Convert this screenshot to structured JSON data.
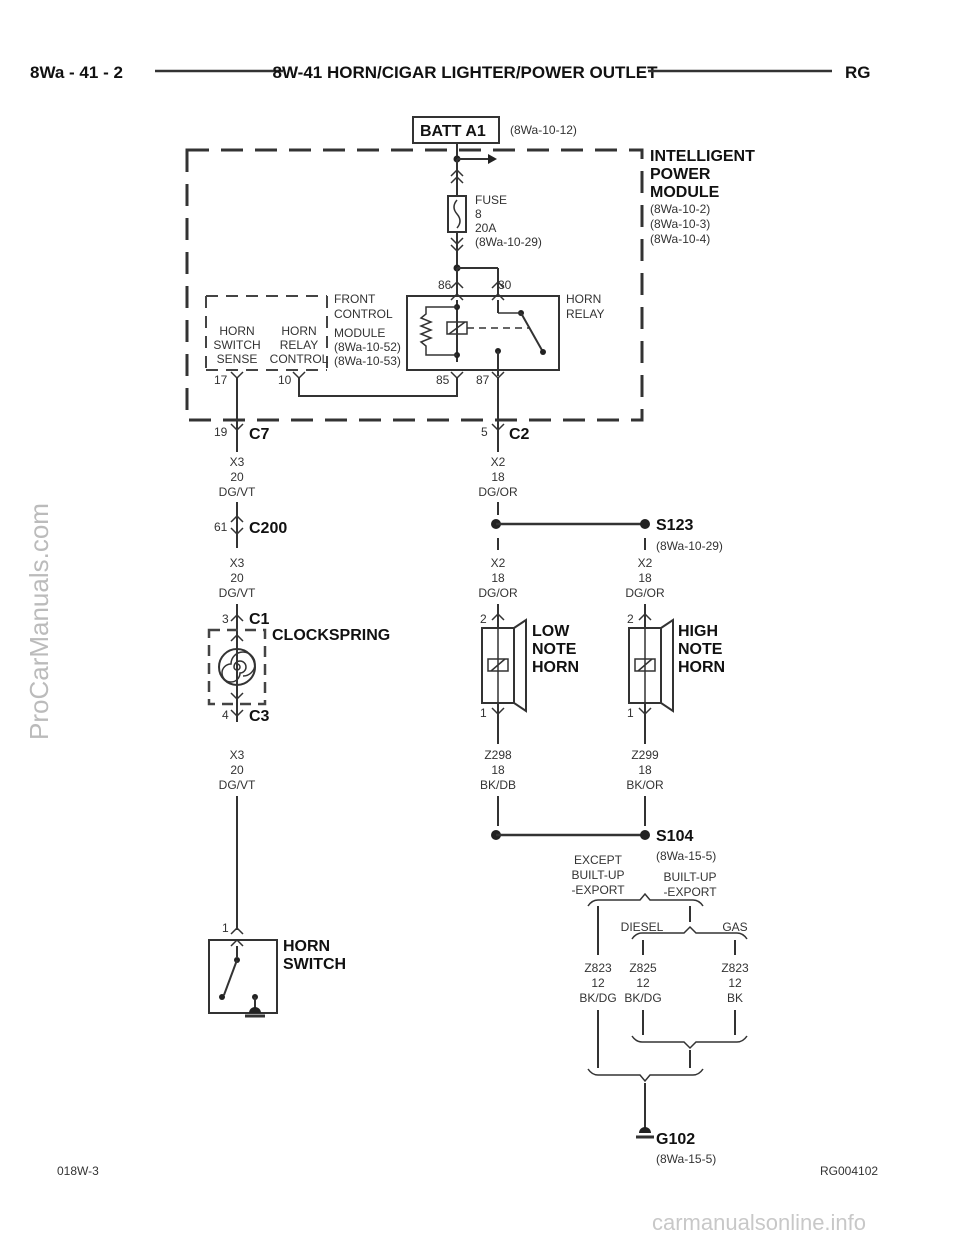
{
  "header": {
    "page_ref": "8Wa - 41 - 2",
    "title": "8W-41 HORN/CIGAR LIGHTER/POWER OUTLET",
    "code": "RG"
  },
  "batt": {
    "label": "BATT A1",
    "ref": "(8Wa-10-12)"
  },
  "ipm": {
    "title_l1": "INTELLIGENT",
    "title_l2": "POWER",
    "title_l3": "MODULE",
    "ref1": "(8Wa-10-2)",
    "ref2": "(8Wa-10-3)",
    "ref3": "(8Wa-10-4)"
  },
  "fuse": {
    "l1": "FUSE",
    "l2": "8",
    "l3": "20A",
    "l4": "(8Wa-10-29)"
  },
  "relay": {
    "title_l1": "HORN",
    "title_l2": "RELAY",
    "pin86": "86",
    "pin30": "30",
    "pin85": "85",
    "pin87": "87"
  },
  "fcm": {
    "front_l1": "FRONT",
    "front_l2": "CONTROL",
    "module": "MODULE",
    "ref1": "(8Wa-10-52)",
    "ref2": "(8Wa-10-53)",
    "sense_l1": "HORN",
    "sense_l2": "SWITCH",
    "sense_l3": "SENSE",
    "ctrl_l1": "HORN",
    "ctrl_l2": "RELAY",
    "ctrl_l3": "CONTROL",
    "pin17": "17",
    "pin10": "10"
  },
  "c7": {
    "name": "C7",
    "pin": "19"
  },
  "c2": {
    "name": "C2",
    "pin": "5"
  },
  "wire_x3_a": {
    "l1": "X3",
    "l2": "20",
    "l3": "DG/VT"
  },
  "wire_x2_a": {
    "l1": "X2",
    "l2": "18",
    "l3": "DG/OR"
  },
  "c200": {
    "name": "C200",
    "pin": "61"
  },
  "s123": {
    "name": "S123",
    "ref": "(8Wa-10-29)"
  },
  "wire_x3_b": {
    "l1": "X3",
    "l2": "20",
    "l3": "DG/VT"
  },
  "wire_x2_b": {
    "l1": "X2",
    "l2": "18",
    "l3": "DG/OR"
  },
  "wire_x2_c": {
    "l1": "X2",
    "l2": "18",
    "l3": "DG/OR"
  },
  "c1": {
    "name": "C1",
    "pin": "3"
  },
  "clockspring": {
    "label": "CLOCKSPRING"
  },
  "c3": {
    "name": "C3",
    "pin": "4"
  },
  "low_horn": {
    "l1": "LOW",
    "l2": "NOTE",
    "l3": "HORN",
    "pin2": "2",
    "pin1": "1"
  },
  "high_horn": {
    "l1": "HIGH",
    "l2": "NOTE",
    "l3": "HORN",
    "pin2": "2",
    "pin1": "1"
  },
  "wire_x3_c": {
    "l1": "X3",
    "l2": "20",
    "l3": "DG/VT"
  },
  "wire_z298": {
    "l1": "Z298",
    "l2": "18",
    "l3": "BK/DB"
  },
  "wire_z299": {
    "l1": "Z299",
    "l2": "18",
    "l3": "BK/OR"
  },
  "s104": {
    "name": "S104",
    "ref": "(8Wa-15-5)"
  },
  "except": {
    "l1": "EXCEPT",
    "l2": "BUILT-UP",
    "l3": "-EXPORT"
  },
  "builtup": {
    "l1": "BUILT-UP",
    "l2": "-EXPORT"
  },
  "diesel": "DIESEL",
  "gas": "GAS",
  "wire_z823_a": {
    "l1": "Z823",
    "l2": "12",
    "l3": "BK/DG"
  },
  "wire_z825": {
    "l1": "Z825",
    "l2": "12",
    "l3": "BK/DG"
  },
  "wire_z823_b": {
    "l1": "Z823",
    "l2": "12",
    "l3": "BK"
  },
  "horn_switch": {
    "l1": "HORN",
    "l2": "SWITCH",
    "pin": "1"
  },
  "g102": {
    "name": "G102",
    "ref": "(8Wa-15-5)"
  },
  "footer": {
    "left": "018W-3",
    "right": "RG004102"
  },
  "watermark": {
    "left": "ProCarManuals.com",
    "bottom": "carmanualsonline.info"
  }
}
